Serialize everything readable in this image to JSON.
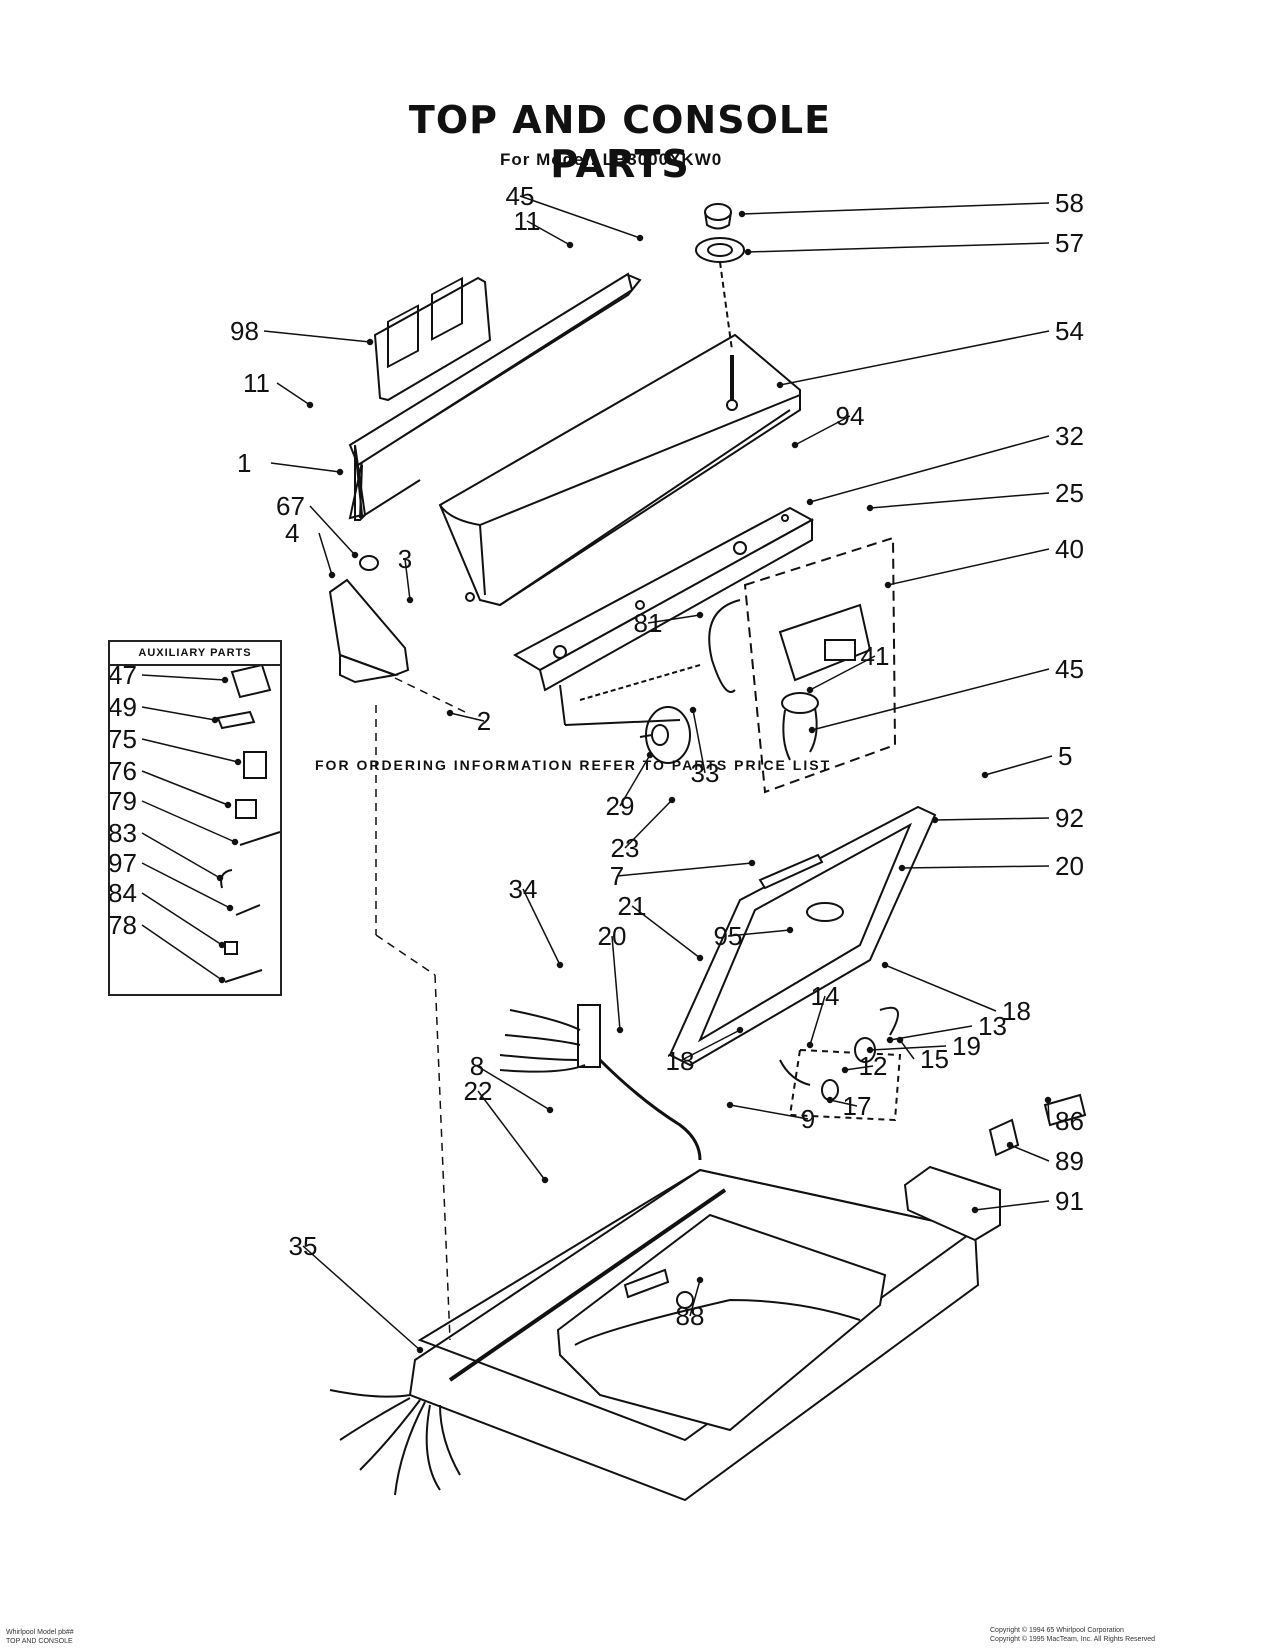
{
  "page": {
    "title": "TOP AND CONSOLE PARTS",
    "subtitle": "For Model: LB3000XKW0",
    "footer": "FOR ORDERING INFORMATION REFER TO PARTS PRICE LIST",
    "bottom_left_note": [
      "Whirlpool Model pb##",
      "TOP AND CONSOLE"
    ],
    "copyright": [
      "Copyright © 1994 65 Whirlpool Corporation",
      "Copyright © 1995 MacTeam, Inc. All Rights Reserved"
    ],
    "auxiliary_title": "AUXILIARY PARTS"
  },
  "callouts": [
    "45",
    "11",
    "58",
    "57",
    "98",
    "54",
    "11",
    "94",
    "1",
    "32",
    "67",
    "4",
    "25",
    "3",
    "40",
    "81",
    "41",
    "2",
    "45",
    "33",
    "5",
    "29",
    "92",
    "23",
    "7",
    "20",
    "34",
    "21",
    "95",
    "20",
    "18",
    "14",
    "13",
    "19",
    "18",
    "15",
    "12",
    "17",
    "8",
    "9",
    "22",
    "86",
    "89",
    "91",
    "35",
    "88"
  ],
  "auxiliary_callouts": [
    "47",
    "49",
    "75",
    "76",
    "79",
    "83",
    "97",
    "84",
    "78"
  ]
}
